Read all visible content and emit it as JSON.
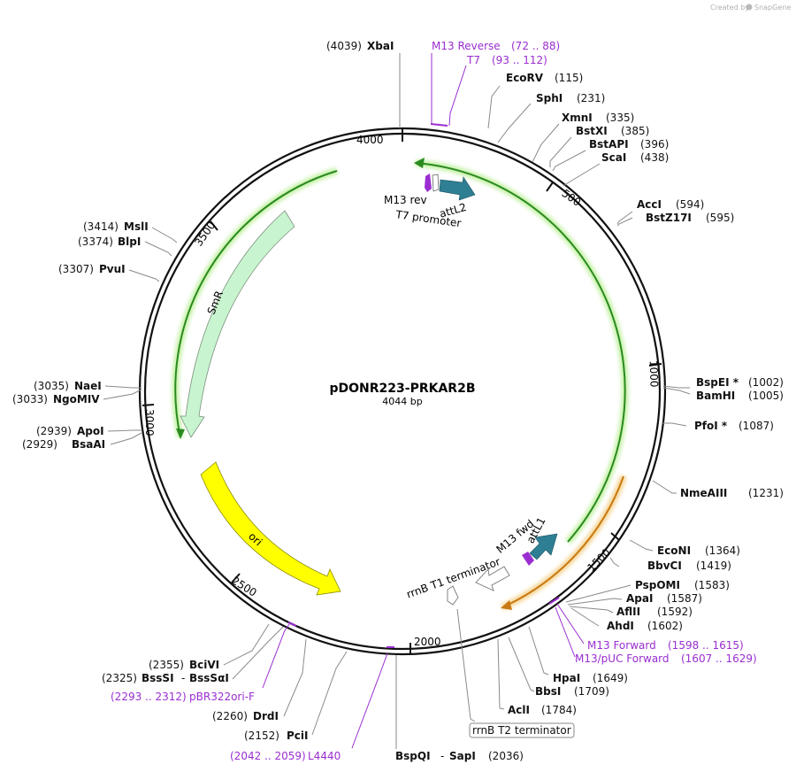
{
  "credit": {
    "prefix": "Created by",
    "brand": "SnapGene"
  },
  "map": {
    "name": "pDONR223-PRKAR2B",
    "length": "4044 bp",
    "ticks": [
      "4000",
      "500",
      "1000",
      "1500",
      "2000",
      "2500",
      "3000",
      "3500"
    ]
  },
  "features": {
    "m13_rev": "M13 rev",
    "t7_promoter": "T7 promoter",
    "attL2": "attL2",
    "smr": "SmR",
    "ori": "ori",
    "m13_fwd": "M13 fwd",
    "attL1": "attL1",
    "rrnb_t1": "rrnB T1 terminator",
    "rrnb_t2": "rrnB T2 terminator"
  },
  "sites": {
    "xbai": {
      "name": "XbaI",
      "pos": "(4039)"
    },
    "ecorv": {
      "name": "EcoRV",
      "pos": "(115)"
    },
    "sphi": {
      "name": "SphI",
      "pos": "(231)"
    },
    "xmni": {
      "name": "XmnI",
      "pos": "(335)"
    },
    "bstxi": {
      "name": "BstXI",
      "pos": "(385)"
    },
    "bstapi": {
      "name": "BstAPI",
      "pos": "(396)"
    },
    "scai": {
      "name": "ScaI",
      "pos": "(438)"
    },
    "acci": {
      "name": "AccI",
      "pos": "(594)"
    },
    "bstz17i": {
      "name": "BstZ17I",
      "pos": "(595)"
    },
    "bspei": {
      "name": "BspEI *",
      "pos": "(1002)"
    },
    "bamhi": {
      "name": "BamHI",
      "pos": "(1005)"
    },
    "pfoi": {
      "name": "PfoI *",
      "pos": "(1087)"
    },
    "nmeaiii": {
      "name": "NmeAIII",
      "pos": "(1231)"
    },
    "econi": {
      "name": "EcoNI",
      "pos": "(1364)"
    },
    "bbvci": {
      "name": "BbvCI",
      "pos": "(1419)"
    },
    "pspomi": {
      "name": "PspOMI",
      "pos": "(1583)"
    },
    "apai": {
      "name": "ApaI",
      "pos": "(1587)"
    },
    "aflii": {
      "name": "AflII",
      "pos": "(1592)"
    },
    "ahdi": {
      "name": "AhdI",
      "pos": "(1602)"
    },
    "hpai": {
      "name": "HpaI",
      "pos": "(1649)"
    },
    "bbsi": {
      "name": "BbsI",
      "pos": "(1709)"
    },
    "acli": {
      "name": "AclI",
      "pos": "(1784)"
    },
    "bspqi": {
      "name": "BspQI",
      "sep": "-",
      "name2": "SapI",
      "pos": "(2036)"
    },
    "pcii": {
      "name": "PciI",
      "pos": "(2152)"
    },
    "drdi": {
      "name": "DrdI",
      "pos": "(2260)"
    },
    "bssssi": {
      "name": "BssSI",
      "sep": "-",
      "name2": "BssSαI",
      "pos": "(2325)"
    },
    "bcivi": {
      "name": "BciVI",
      "pos": "(2355)"
    },
    "bsaai": {
      "name": "BsaAI",
      "pos": "(2929)"
    },
    "apoi": {
      "name": "ApoI",
      "pos": "(2939)"
    },
    "ngomiv": {
      "name": "NgoMIV",
      "pos": "(3033)"
    },
    "naei": {
      "name": "NaeI",
      "pos": "(3035)"
    },
    "pvui": {
      "name": "PvuI",
      "pos": "(3307)"
    },
    "blpi": {
      "name": "BlpI",
      "pos": "(3374)"
    },
    "msli": {
      "name": "MslI",
      "pos": "(3414)"
    }
  },
  "primers": {
    "m13_reverse": {
      "name": "M13 Reverse",
      "range": "(72 .. 88)"
    },
    "t7": {
      "name": "T7",
      "range": "(93 .. 112)"
    },
    "m13_forward": {
      "name": "M13 Forward",
      "range": "(1598 .. 1615)"
    },
    "m13_puc_forward": {
      "name": "M13/pUC Forward",
      "range": "(1607 .. 1629)"
    },
    "pbr322ori_f": {
      "name": "pBR322ori-F",
      "range": "(2293 .. 2312)"
    },
    "l4440": {
      "name": "L4440",
      "range": "(2042 .. 2059)"
    }
  },
  "colors": {
    "backbone": "#111111",
    "smr_fill": "#c8f5cf",
    "ori_fill": "#ffff00",
    "attl_fill": "#2e7f94",
    "primer": "#9a2ed1",
    "orf_green": "#2a8a1f",
    "orf_orange": "#c87a12"
  }
}
